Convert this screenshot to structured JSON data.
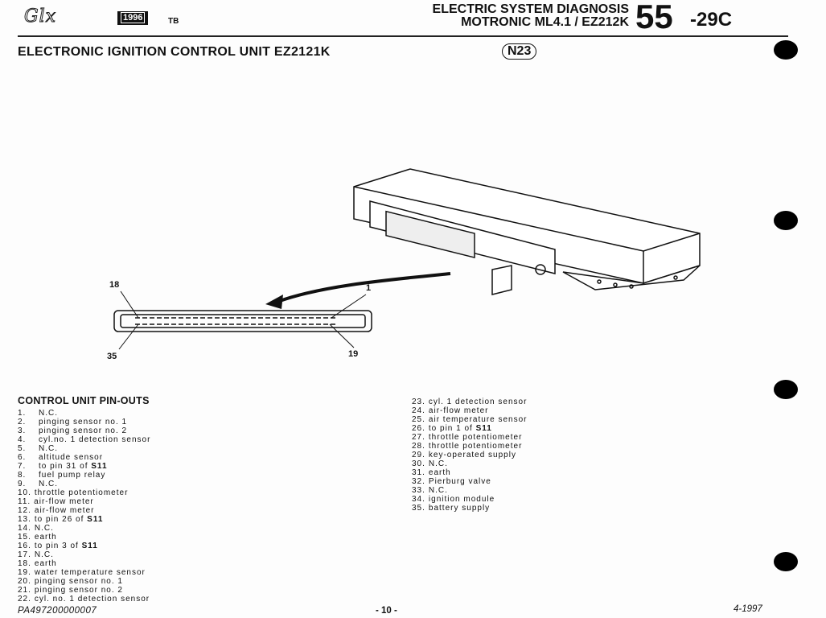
{
  "header": {
    "logo": "Glx",
    "year": "1996",
    "model_suffix": "TB",
    "line1": "ELECTRIC SYSTEM DIAGNOSIS",
    "line2": "MOTRONIC ML4.1 / EZ212K",
    "section_number": "55",
    "section_suffix": "-29C"
  },
  "title": {
    "text": "ELECTRONIC IGNITION CONTROL UNIT EZ2121K",
    "badge": "N23"
  },
  "diagram": {
    "pin_labels": {
      "top_left": "18",
      "top_right": "1",
      "bottom_left": "35",
      "bottom_right": "19"
    }
  },
  "pinouts": {
    "title": "CONTROL UNIT PIN-OUTS",
    "col1": [
      {
        "n": "1.",
        "text": "N.C."
      },
      {
        "n": "2.",
        "text": "pinging sensor no. 1"
      },
      {
        "n": "3.",
        "text": "pinging sensor no. 2"
      },
      {
        "n": "4.",
        "text": "cyl.no. 1 detection sensor"
      },
      {
        "n": "5.",
        "text": "N.C."
      },
      {
        "n": "6.",
        "text": "altitude sensor"
      },
      {
        "n": "7.",
        "text": "to pin 31 of ",
        "bold": "S11"
      },
      {
        "n": "8.",
        "text": "fuel pump relay"
      },
      {
        "n": "9.",
        "text": "N.C."
      },
      {
        "n": "10.",
        "text": "throttle potentiometer"
      },
      {
        "n": "11.",
        "text": "air-flow meter"
      },
      {
        "n": "12.",
        "text": "air-flow meter"
      },
      {
        "n": "13.",
        "text": "to pin 26 of ",
        "bold": "S11"
      },
      {
        "n": "14.",
        "text": "N.C."
      },
      {
        "n": "15.",
        "text": "earth"
      },
      {
        "n": "16.",
        "text": "to pin 3 of ",
        "bold": "S11"
      },
      {
        "n": "17.",
        "text": "N.C."
      },
      {
        "n": "18.",
        "text": "earth"
      },
      {
        "n": "19.",
        "text": "water temperature sensor"
      },
      {
        "n": "20.",
        "text": "pinging sensor no. 1"
      },
      {
        "n": "21.",
        "text": "pinging sensor no. 2"
      },
      {
        "n": "22.",
        "text": "cyl. no. 1 detection sensor"
      }
    ],
    "col2": [
      {
        "n": "23.",
        "text": "cyl. 1 detection sensor"
      },
      {
        "n": "24.",
        "text": "air-flow meter"
      },
      {
        "n": "25.",
        "text": "air temperature sensor"
      },
      {
        "n": "26.",
        "text": "to pin 1 of ",
        "bold": "S11"
      },
      {
        "n": "27.",
        "text": "throttle potentiometer"
      },
      {
        "n": "28.",
        "text": "throttle potentiometer"
      },
      {
        "n": "29.",
        "text": "key-operated supply"
      },
      {
        "n": "30.",
        "text": "N.C."
      },
      {
        "n": "31.",
        "text": "earth"
      },
      {
        "n": "32.",
        "text": "Pierburg valve"
      },
      {
        "n": "33.",
        "text": "N.C."
      },
      {
        "n": "34.",
        "text": "ignition module"
      },
      {
        "n": "35.",
        "text": "battery supply"
      }
    ]
  },
  "footer": {
    "code": "PA497200000007",
    "page": "- 10 -",
    "date": "4-1997"
  }
}
